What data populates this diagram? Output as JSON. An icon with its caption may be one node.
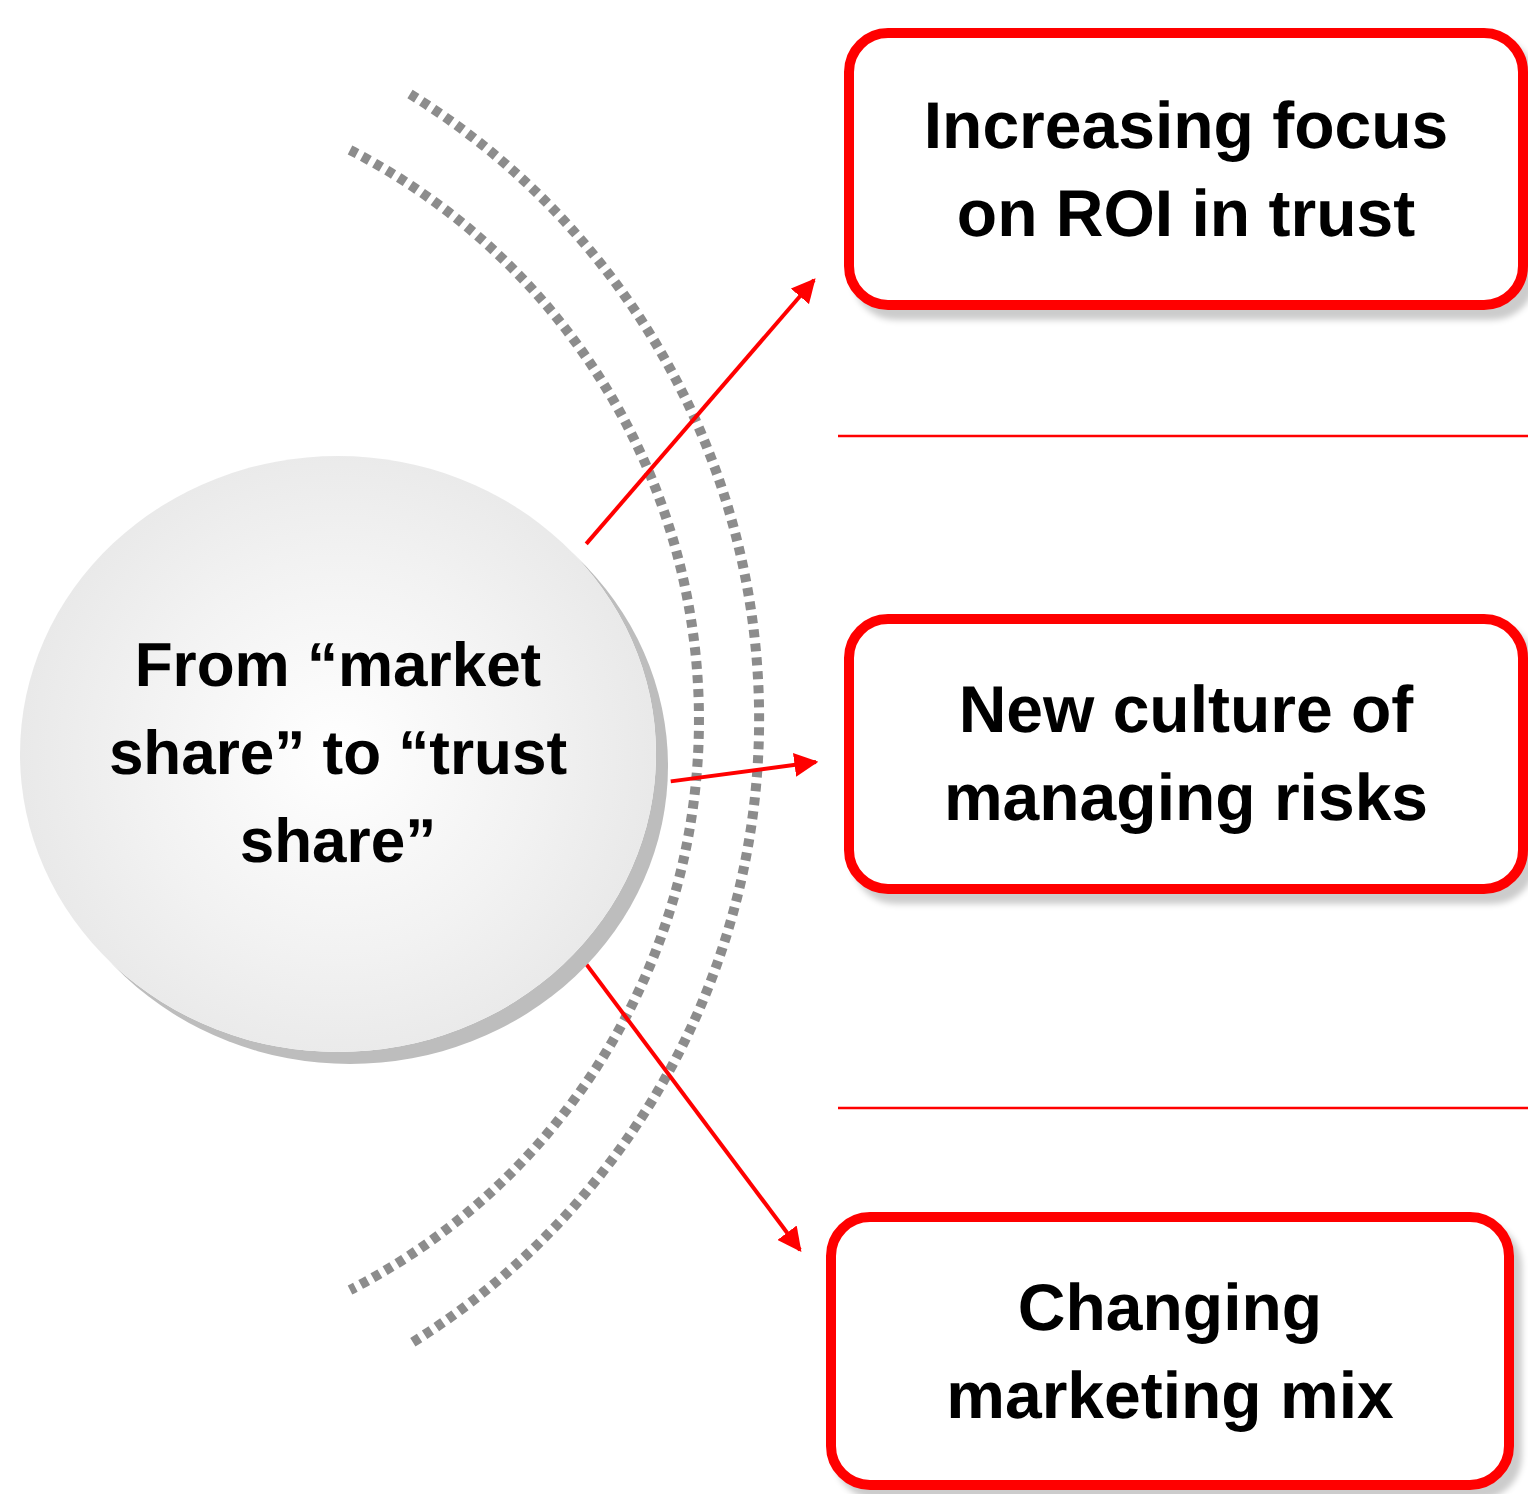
{
  "diagram": {
    "nodes": [
      {
        "text": [
          "From “market share” to “trust share”"
        ]
      },
      {
        "text": [
          "Increasing focus on ROI in trust"
        ]
      },
      {
        "text": [
          "New culture of managing risks"
        ]
      },
      {
        "text": [
          "Changing marketing mix"
        ]
      }
    ],
    "edges": [
      {
        "from": 0,
        "to": 1,
        "arrow": "to"
      },
      {
        "from": 0,
        "to": 2,
        "arrow": "to"
      },
      {
        "from": 0,
        "to": 3,
        "arrow": "to"
      }
    ]
  }
}
